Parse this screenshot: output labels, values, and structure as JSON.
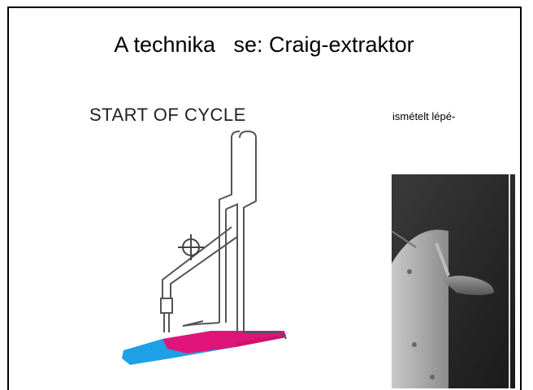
{
  "slide": {
    "title": "A technika   se: Craig-extraktor",
    "diagram_label": "START OF CYCLE",
    "side_note": "ismételt lépé-"
  },
  "colors": {
    "wedge_blue": "#1ea0e6",
    "wedge_magenta": "#e0157a",
    "outline": "#555555"
  },
  "icons": {
    "target": "crosshair-icon"
  }
}
